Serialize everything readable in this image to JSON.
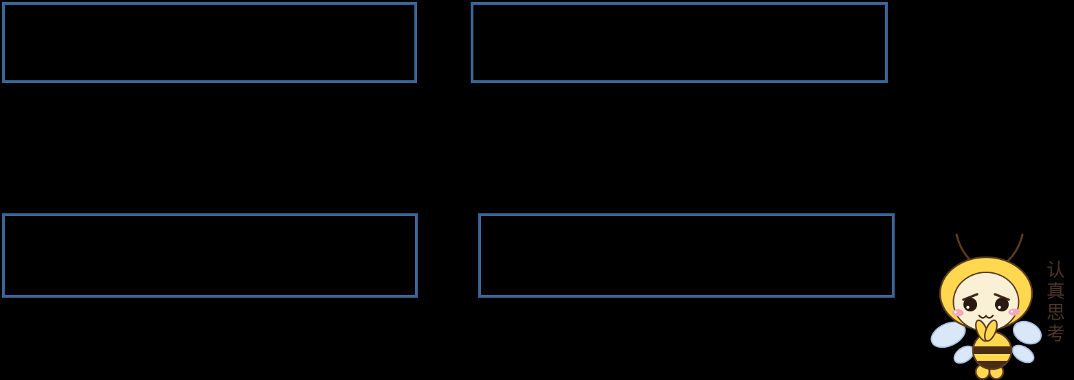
{
  "theme": {
    "background": "#000000",
    "box_border": "#3b6596",
    "caption_color": "#4b3429"
  },
  "boxes": {
    "items": [
      {
        "id": "top-left"
      },
      {
        "id": "top-right"
      },
      {
        "id": "bottom-left"
      },
      {
        "id": "bottom-right"
      }
    ]
  },
  "mascot": {
    "kind": "thinking-bee-sticker",
    "caption": "认真思考",
    "colors": {
      "hood_yellow": "#ffd84f",
      "face_cream": "#faf0d6",
      "outline_brown": "#5d3a1f",
      "feature_brown": "#46281a",
      "eye_dark": "#2b1a10",
      "eye_glint": "#ffffff",
      "blush_pink": "#f4a9bc",
      "wing_blue": "#d9e7f8",
      "wing_outline": "#a8c2e0",
      "stripe_brown": "#4a2d15"
    }
  }
}
